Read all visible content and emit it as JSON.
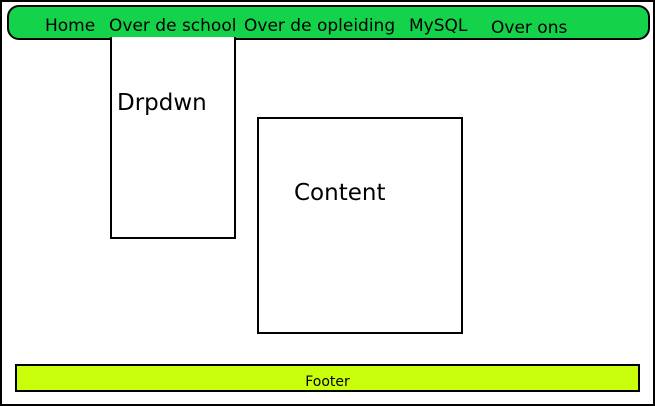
{
  "nav": {
    "items": [
      "Home",
      "Over de school",
      "Over de opleiding",
      "MySQL",
      "Over ons"
    ]
  },
  "dropdown": {
    "label": "Drpdwn"
  },
  "content": {
    "label": "Content"
  },
  "footer": {
    "label": "Footer"
  },
  "colors": {
    "navbar": "#14d24a",
    "footer": "#c9ff0a",
    "border": "#000000",
    "background": "#ffffff"
  }
}
